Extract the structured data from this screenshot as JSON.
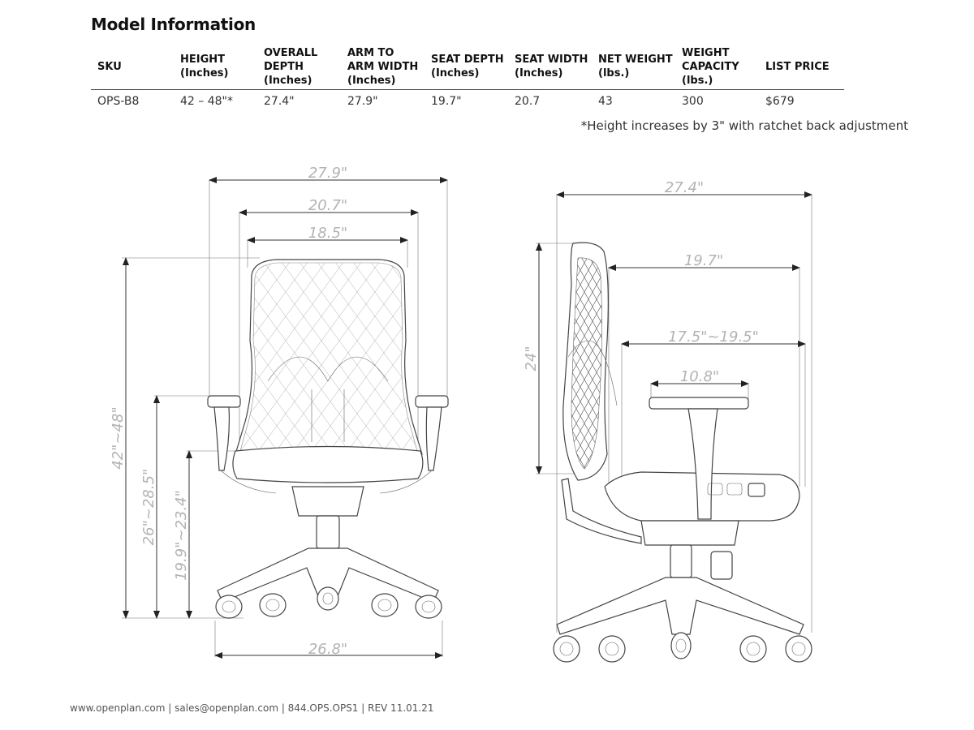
{
  "title": "Model Information",
  "table": {
    "headers": [
      [
        "SKU"
      ],
      [
        "HEIGHT",
        "(Inches)"
      ],
      [
        "OVERALL",
        "DEPTH",
        "(Inches)"
      ],
      [
        "ARM TO",
        "ARM WIDTH",
        "(Inches)"
      ],
      [
        "SEAT DEPTH",
        "(Inches)"
      ],
      [
        "SEAT WIDTH",
        "(Inches)"
      ],
      [
        "NET WEIGHT",
        "(lbs.)"
      ],
      [
        "WEIGHT",
        "CAPACITY",
        "(lbs.)"
      ],
      [
        "LIST PRICE"
      ]
    ],
    "row": [
      "OPS-B8",
      "42 – 48\"*",
      "27.4\"",
      "27.9\"",
      "19.7\"",
      "20.7",
      "43",
      "300",
      "$679"
    ]
  },
  "note": "*Height increases by 3\" with ratchet back adjustment",
  "dimensions": {
    "front_overall_width": "27.9\"",
    "front_seat_width": "20.7\"",
    "front_back_width": "18.5\"",
    "front_overall_height": "42\"~48\"",
    "front_arm_height": "26\"~28.5\"",
    "front_seat_height": "19.9\"~23.4\"",
    "front_base_width": "26.8\"",
    "side_overall_depth": "27.4\"",
    "side_seat_depth": "19.7\"",
    "side_seat_depth_range": "17.5\"~19.5\"",
    "side_arm_depth": "10.8\"",
    "side_back_height": "24\""
  },
  "footer": "www.openplan.com | sales@openplan.com | 844.OPS.OPS1 | REV 11.01.21"
}
